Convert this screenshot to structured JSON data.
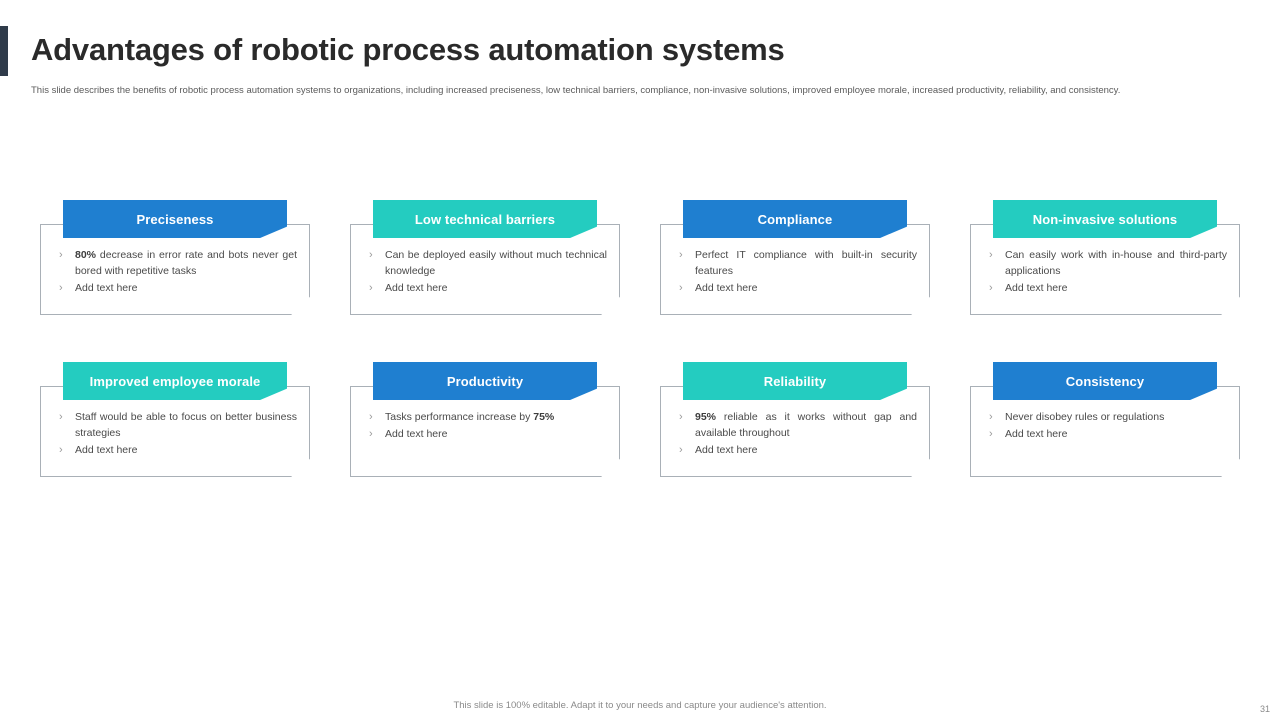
{
  "header": {
    "title": "Advantages of robotic process automation systems",
    "subtitle": "This slide describes the benefits of robotic process automation systems to organizations, including increased preciseness, low technical barriers, compliance, non-invasive solutions, improved employee morale,  increased productivity, reliability, and consistency.",
    "accent_color": "#2f3b4a"
  },
  "colors": {
    "blue": "#1f7fd0",
    "teal": "#24ccc0",
    "card_border": "#a9b0b7",
    "text": "#4a4a4a"
  },
  "cards": [
    {
      "title": "Preciseness",
      "color": "blue",
      "bullets": [
        {
          "bold": "80%",
          "text": " decrease in error rate and bots never  get bored with repetitive tasks"
        },
        {
          "bold": "",
          "text": "Add text here"
        }
      ]
    },
    {
      "title": "Low technical barriers",
      "color": "teal",
      "bullets": [
        {
          "bold": "",
          "text": "Can  be deployed  easily without much technical knowledge"
        },
        {
          "bold": "",
          "text": "Add text here"
        }
      ]
    },
    {
      "title": "Compliance",
      "color": "blue",
      "bullets": [
        {
          "bold": "",
          "text": "Perfect IT compliance with built-in security features"
        },
        {
          "bold": "",
          "text": "Add text here"
        }
      ]
    },
    {
      "title": "Non-invasive solutions",
      "color": "teal",
      "bullets": [
        {
          "bold": "",
          "text": "Can easily work with in-house and third-party  applications"
        },
        {
          "bold": "",
          "text": "Add text here"
        }
      ]
    },
    {
      "title": "Improved employee morale",
      "color": "teal",
      "bullets": [
        {
          "bold": "",
          "text": "Staff would  be  able to focus on better business strategies"
        },
        {
          "bold": "",
          "text": "Add text here"
        }
      ]
    },
    {
      "title": "Productivity",
      "color": "blue",
      "bullets": [
        {
          "bold": "",
          "text": "Tasks performance  increase by ",
          "bold_after": "75%"
        },
        {
          "bold": "",
          "text": "Add text here"
        }
      ]
    },
    {
      "title": "Reliability",
      "color": "teal",
      "bullets": [
        {
          "bold": "95%",
          "text": " reliable  as it works without  gap and  available  throughout"
        },
        {
          "bold": "",
          "text": "Add text here"
        }
      ]
    },
    {
      "title": "Consistency",
      "color": "blue",
      "bullets": [
        {
          "bold": "",
          "text": "Never  disobey rules or regulations"
        },
        {
          "bold": "",
          "text": "Add text here"
        }
      ]
    }
  ],
  "footer": {
    "note": "This slide is 100% editable.  Adapt it to your needs and capture your audience's attention.",
    "page_number": "31"
  }
}
